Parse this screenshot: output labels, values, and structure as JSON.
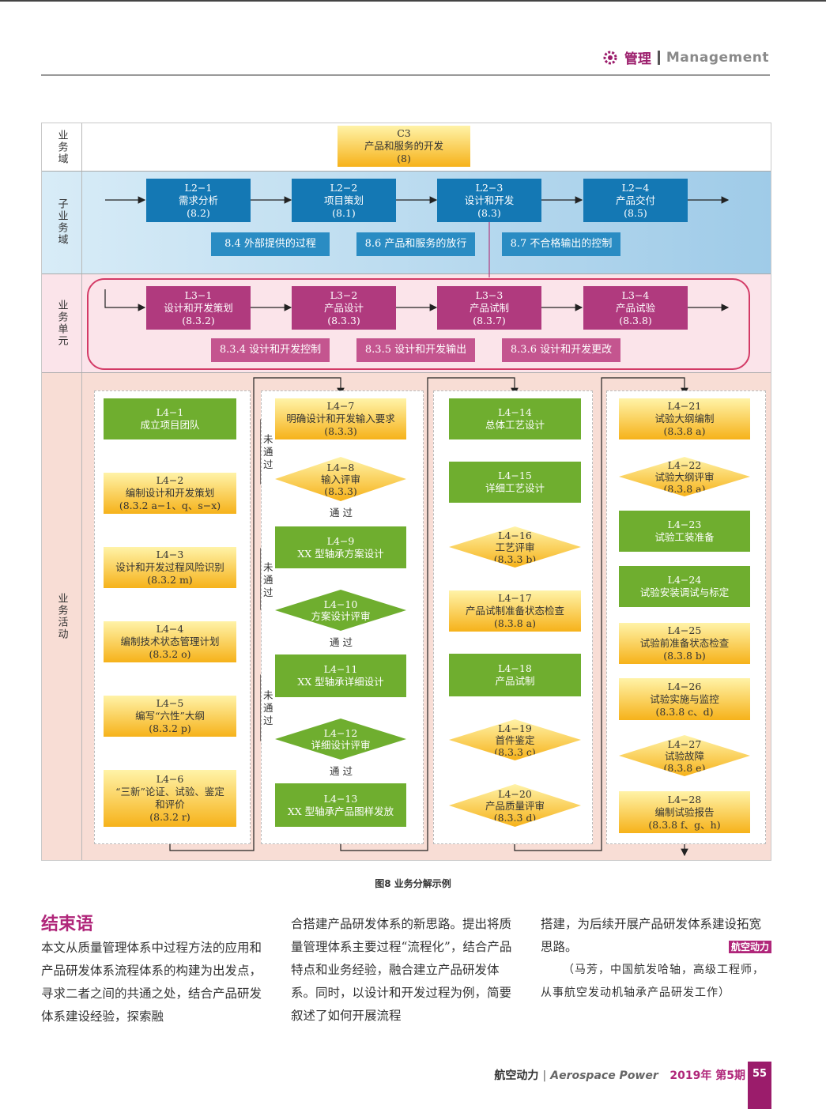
{
  "header": {
    "section_cn": "管理",
    "section_en": "Management"
  },
  "figure": {
    "caption": "图8  业务分解示例",
    "lanes": [
      "业务域",
      "子业务域",
      "业务单元",
      "业务活动"
    ],
    "c3": {
      "id": "C3",
      "name": "产品和服务的开发",
      "ref": "(8)"
    },
    "l2": [
      {
        "id": "L2−1",
        "name": "需求分析",
        "ref": "(8.2)"
      },
      {
        "id": "L2−2",
        "name": "项目策划",
        "ref": "(8.1)"
      },
      {
        "id": "L2−3",
        "name": "设计和开发",
        "ref": "(8.3)"
      },
      {
        "id": "L2−4",
        "name": "产品交付",
        "ref": "(8.5)"
      }
    ],
    "l2_sub": [
      "8.4  外部提供的过程",
      "8.6  产品和服务的放行",
      "8.7  不合格输出的控制"
    ],
    "l3": [
      {
        "id": "L3−1",
        "name": "设计和开发策划",
        "ref": "(8.3.2)"
      },
      {
        "id": "L3−2",
        "name": "产品设计",
        "ref": "(8.3.3)"
      },
      {
        "id": "L3−3",
        "name": "产品试制",
        "ref": "(8.3.7)"
      },
      {
        "id": "L3−4",
        "name": "产品试验",
        "ref": "(8.3.8)"
      }
    ],
    "l3_sub": [
      "8.3.4  设计和开发控制",
      "8.3.5  设计和开发输出",
      "8.3.6  设计和开发更改"
    ],
    "col1": [
      {
        "id": "L4−1",
        "name": "成立项目团队",
        "ref": ""
      },
      {
        "id": "L4−2",
        "name": "编制设计和开发策划",
        "ref": "(8.3.2 a−1、q、s−x)"
      },
      {
        "id": "L4−3",
        "name": "设计和开发过程风险识别",
        "ref": "(8.3.2 m)"
      },
      {
        "id": "L4−4",
        "name": "编制技术状态管理计划",
        "ref": "(8.3.2 o)"
      },
      {
        "id": "L4−5",
        "name": "编写“六性”大纲",
        "ref": "(8.3.2 p)"
      },
      {
        "id": "L4−6",
        "name": "“三新”论证、试验、鉴定和评价",
        "ref": "(8.3.2 r)"
      }
    ],
    "col2": {
      "l47": {
        "id": "L4−7",
        "name": "明确设计和开发输入要求",
        "ref": "(8.3.3)"
      },
      "l48": {
        "id": "L4−8",
        "name": "输入评审",
        "ref": "(8.3.3)"
      },
      "l49": {
        "id": "L4−9",
        "name": "XX 型轴承方案设计",
        "ref": ""
      },
      "l410": {
        "id": "L4−10",
        "name": "方案设计评审",
        "ref": ""
      },
      "l411": {
        "id": "L4−11",
        "name": "XX 型轴承详细设计",
        "ref": ""
      },
      "l412": {
        "id": "L4−12",
        "name": "详细设计评审",
        "ref": ""
      },
      "l413": {
        "id": "L4−13",
        "name": "XX 型轴承产品图样发放",
        "ref": ""
      },
      "pass": "通  过",
      "fail": "未通过"
    },
    "col3": {
      "l414": {
        "id": "L4−14",
        "name": "总体工艺设计",
        "ref": ""
      },
      "l415": {
        "id": "L4−15",
        "name": "详细工艺设计",
        "ref": ""
      },
      "l416": {
        "id": "L4−16",
        "name": "工艺评审",
        "ref": "(8.3.3 b)"
      },
      "l417": {
        "id": "L4−17",
        "name": "产品试制准备状态检查",
        "ref": "(8.3.8 a)"
      },
      "l418": {
        "id": "L4−18",
        "name": "产品试制",
        "ref": ""
      },
      "l419": {
        "id": "L4−19",
        "name": "首件鉴定",
        "ref": "(8.3.3 c)"
      },
      "l420": {
        "id": "L4−20",
        "name": "产品质量评审",
        "ref": "(8.3.3 d)"
      }
    },
    "col4": {
      "l421": {
        "id": "L4−21",
        "name": "试验大纲编制",
        "ref": "(8.3.8 a)"
      },
      "l422": {
        "id": "L4−22",
        "name": "试验大纲评审",
        "ref": "(8.3.8 a)"
      },
      "l423": {
        "id": "L4−23",
        "name": "试验工装准备",
        "ref": ""
      },
      "l424": {
        "id": "L4−24",
        "name": "试验安装调试与标定",
        "ref": ""
      },
      "l425": {
        "id": "L4−25",
        "name": "试验前准备状态检查",
        "ref": "(8.3.8 b)"
      },
      "l426": {
        "id": "L4−26",
        "name": "试验实施与监控",
        "ref": "(8.3.8 c、d)"
      },
      "l427": {
        "id": "L4−27",
        "name": "试验故障",
        "ref": "(8.3.8 e)"
      },
      "l428": {
        "id": "L4−28",
        "name": "编制试验报告",
        "ref": "(8.3.8 f、g、h)"
      }
    }
  },
  "article": {
    "title": "结束语",
    "col1": "本文从质量管理体系中过程方法的应用和产品研发体系流程体系的构建为出发点，寻求二者之间的共通之处，结合产品研发体系建设经验，探索融",
    "col2": "合搭建产品研发体系的新思路。提出将质量管理体系主要过程“流程化”，结合产品特点和业务经验，融合建立产品研发体系。同时，以设计和开发过程为例，简要叙述了如何开展流程",
    "col3": "搭建，为后续开展产品研发体系建设拓宽思路。",
    "badge": "航空动力",
    "author": "（马芳，中国航发哈轴，高级工程师，从事航空发动机轴承产品研发工作）"
  },
  "footer": {
    "journal_cn": "航空动力",
    "journal_en": "Aerospace Power",
    "issue": "2019年 第5期",
    "page": "55"
  }
}
